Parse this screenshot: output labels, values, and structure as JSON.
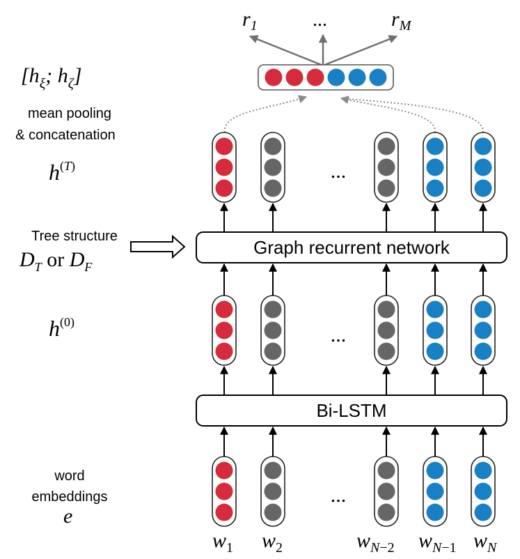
{
  "colors": {
    "red": "#d62b3b",
    "gray": "#666666",
    "blue": "#1a80c4"
  },
  "labels": {
    "concat_symbol": "[hξ; hζ]",
    "mean_pooling_line1": "mean pooling",
    "mean_pooling_line2": "& concatenation",
    "h_final": "h(T)",
    "tree_structure": "Tree structure",
    "dt_or_df": "DT or DF",
    "h_initial": "h(0)",
    "word_line1": "word",
    "word_line2": "embeddings",
    "word_symbol": "e"
  },
  "boxes": {
    "grn": "Graph recurrent network",
    "bilstm": "Bi-LSTM"
  },
  "ellipsis": "...",
  "outputs": [
    "r1",
    "...",
    "rM"
  ],
  "pooled_vector": [
    "red",
    "red",
    "red",
    "blue",
    "blue",
    "blue"
  ],
  "columns": [
    {
      "color": "red",
      "word": "w1"
    },
    {
      "color": "gray",
      "word": "w2"
    },
    {
      "color": "gray",
      "word": "wN−2"
    },
    {
      "color": "blue",
      "word": "wN−1"
    },
    {
      "color": "blue",
      "word": "wN"
    }
  ]
}
